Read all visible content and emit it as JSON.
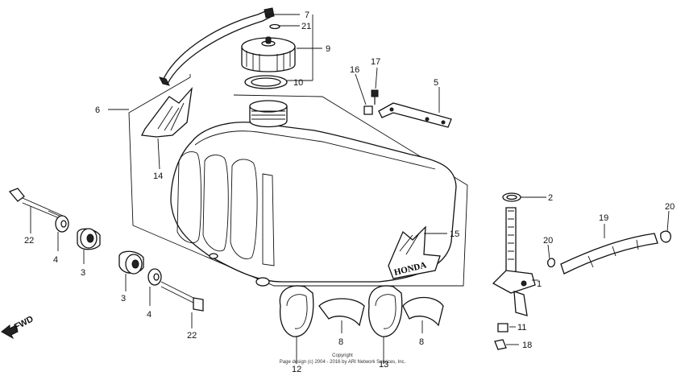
{
  "callouts": {
    "p7": "7",
    "p21": "21",
    "p9": "9",
    "p10": "10",
    "p6": "6",
    "p16": "16",
    "p17": "17",
    "p5": "5",
    "p14": "14",
    "p22a": "22",
    "p4a": "4",
    "p3a": "3",
    "p3b": "3",
    "p4b": "4",
    "p22b": "22",
    "p15": "15",
    "p2": "2",
    "p19": "19",
    "p20a": "20",
    "p20b": "20",
    "p1": "1",
    "p8a": "8",
    "p8b": "8",
    "p12": "12",
    "p13": "13",
    "p11": "11",
    "p18": "18"
  },
  "direction_label": "FWD",
  "tank_emblem_text": "HONDA",
  "footer": {
    "line1": "Copyright",
    "line2": "Page design (c) 2004 - 2016 by ARI Network Services, Inc."
  }
}
